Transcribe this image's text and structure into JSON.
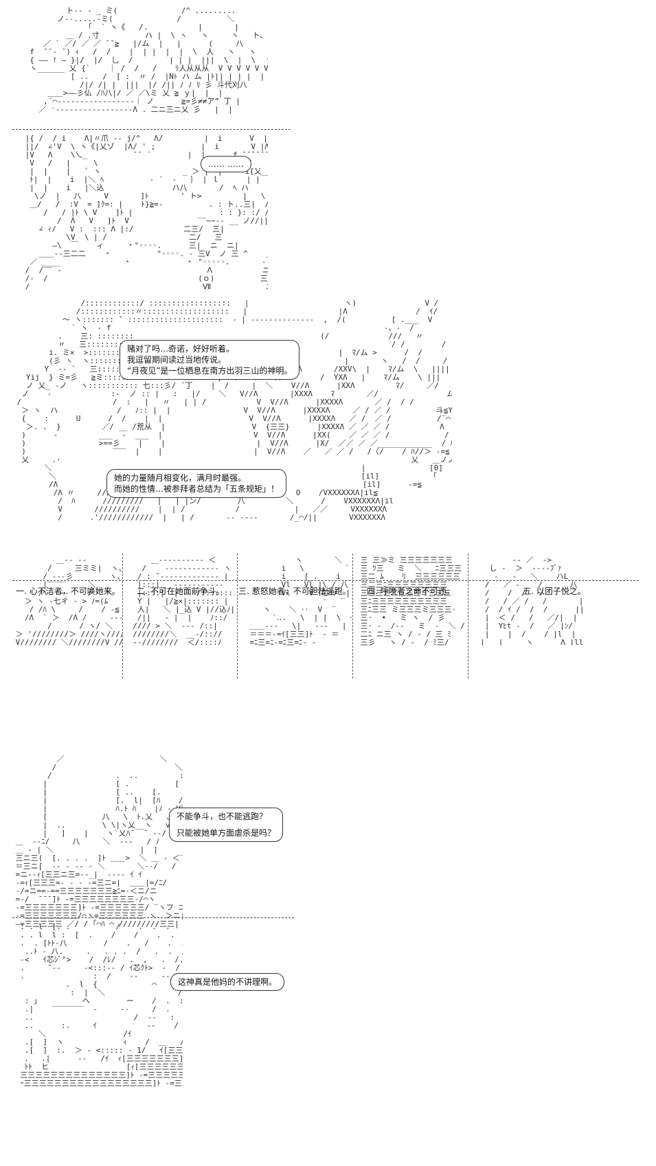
{
  "scene1": {
    "bubble_dots": "…… ……"
  },
  "scene2": {
    "bubble_top": [
      "赌对了吗…奇诺，好好听着。",
      "我逗留期间读过当地传说。",
      "“月夜见”是一位栖息在南方出羽三山的神明。"
    ],
    "bubble_bottom": [
      "她的力量随月相变化，满月时最强。",
      "而她的性情…被参拜者总结为「五条规矩」！"
    ]
  },
  "rules": [
    {
      "label": "一. 心不洁者，不可唤她来。"
    },
    {
      "label": "二. 不可在她面前争斗。"
    },
    {
      "label": "三. 惹怒她者，不可胆怯逃跑。"
    },
    {
      "label": "四. 呼唤者之命不可违。"
    },
    {
      "label": "五. 以团子悦之。"
    }
  ],
  "scene4": {
    "bubble": [
      "不能争斗，也不能逃跑？",
      "只能被她单方面虐杀是吗？"
    ]
  },
  "scene5": {
    "bubble": "这神真是他妈的不讲理啊。"
  }
}
